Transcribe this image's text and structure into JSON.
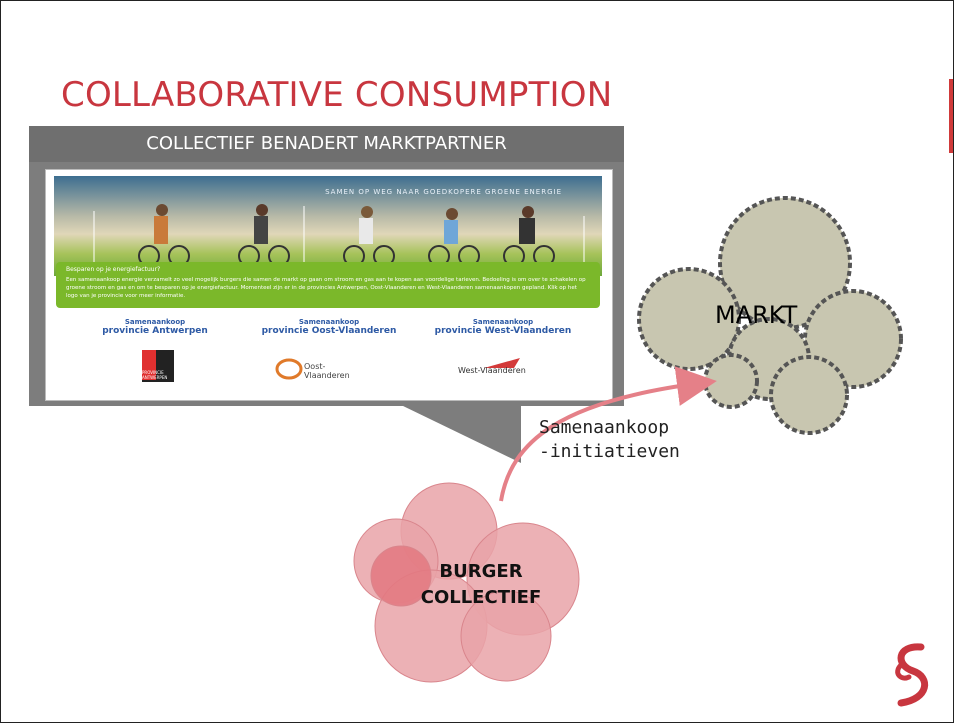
{
  "slide": {
    "title": "COLLABORATIVE CONSUMPTION",
    "accent_color": "#c8363f"
  },
  "callout": {
    "header": "COLLECTIEF BENADERT MARKTPARTNER"
  },
  "website": {
    "banner_text": "SAMEN OP WEG NAAR GOEDKOPERE GROENE ENERGIE",
    "green_question": "Besparen op je energiefactuur?",
    "green_body": "Een samenaankoop energie verzamelt zo veel mogelijk burgers die samen de markt op gaan om stroom en gas aan te kopen aan voordelige tarieven. Bedoeling is om over te schakelen op groene stroom en gas en om te besparen op je energiefactuur. Momenteel zijn er in de provincies Antwerpen, Oost-Vlaanderen en West-Vlaanderen samenaankopen gepland. Klik op het logo van je provincie voor meer informatie.",
    "provinces": [
      {
        "small": "Samenaankoop",
        "name": "provincie Antwerpen"
      },
      {
        "small": "Samenaankoop",
        "name": "provincie Oost-Vlaanderen"
      },
      {
        "small": "Samenaankoop",
        "name": "provincie West-Vlaanderen"
      }
    ],
    "logos": {
      "antwerpen": "PROVINCIE ANTWERPEN",
      "oost": "Oost-Vlaanderen",
      "west": "West-Vlaanderen"
    }
  },
  "diagram": {
    "markt_label": "MARKT",
    "burger_label_1": "BURGER",
    "burger_label_2": "COLLECTIEF",
    "arrow_label_1": "Samenaankoop",
    "arrow_label_2": "-initiatieven",
    "markt_fill": "#c8c6b0",
    "burger_fill": "#e9a3a8",
    "arrow_color": "#e58088"
  }
}
